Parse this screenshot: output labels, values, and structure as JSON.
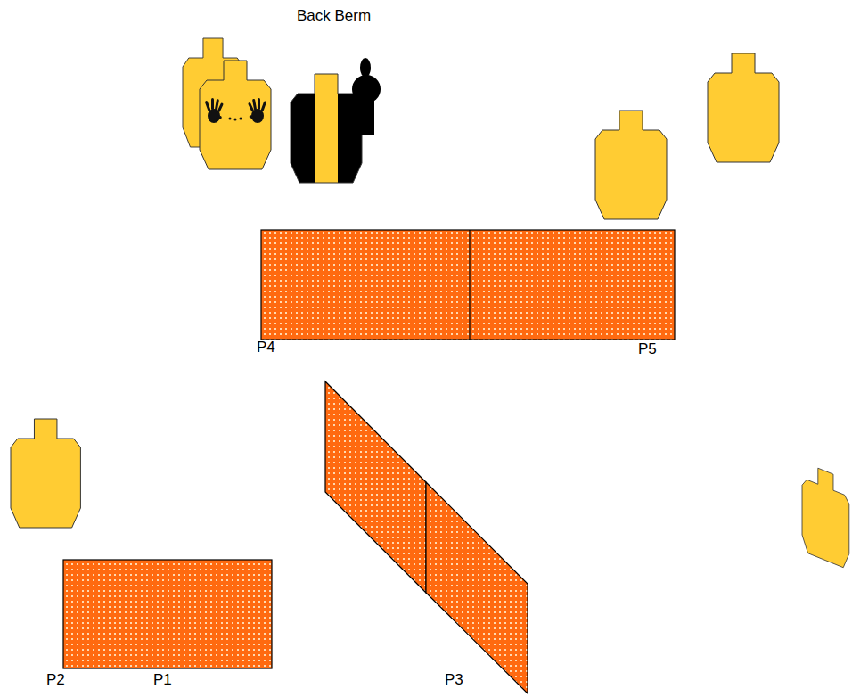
{
  "diagram": {
    "labels": [
      "Back Berm",
      "P4",
      "P5",
      "P2",
      "P1",
      "P3"
    ]
  }
}
